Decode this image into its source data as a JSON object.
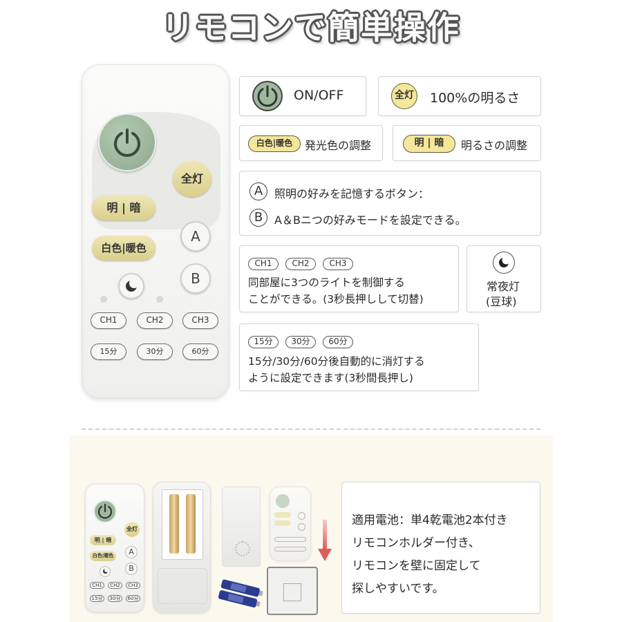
{
  "title": "リモコンで簡単操作",
  "remote": {
    "all_light": "全灯",
    "bright_dark": "明 | 暗",
    "color": "白色|暖色",
    "a": "A",
    "b": "B",
    "channels": [
      "CH1",
      "CH2",
      "CH3"
    ],
    "timers": [
      "15分",
      "30分",
      "60分"
    ]
  },
  "features": {
    "onoff": {
      "label": "ON/OFF"
    },
    "full": {
      "tag": "全灯",
      "label": "100%の明るさ"
    },
    "color": {
      "tag": "白色|暖色",
      "label": "発光色の調整"
    },
    "bright": {
      "tag": "明 | 暗",
      "label": "明るさの調整"
    },
    "memory": {
      "a_letter": "A",
      "a_text": "照明の好みを記憶するボタン：",
      "b_letter": "B",
      "b_text": "A＆Bニつの好みモードを設定できる。"
    },
    "channels": {
      "tags": [
        "CH1",
        "CH2",
        "CH3"
      ],
      "line1": "同部屋に3つのライトを制御する",
      "line2": "ことができる。(3秒長押しして切替)"
    },
    "night": {
      "line1": "常夜灯",
      "line2": "(豆球)"
    },
    "timer": {
      "tags": [
        "15分",
        "30分",
        "60分"
      ],
      "line1": "15分/30分/60分後自動的に消灯する",
      "line2": "ように設定できます(3秒間長押し)"
    }
  },
  "battery": {
    "line1": "適用電池：単4乾電池2本付き",
    "line2": "リモコンホルダー付き、",
    "line3": "リモコンを壁に固定して",
    "line4": "探しやすいです。"
  },
  "small_remote": {
    "all_light": "全灯",
    "bright_dark": "明 | 暗",
    "color": "白色|暖色",
    "a": "A",
    "b": "B",
    "channels": [
      "CH1",
      "CH2",
      "CH3"
    ],
    "timers": [
      "15分",
      "30分",
      "60分"
    ]
  },
  "colors": {
    "power_green": "#9db89d",
    "yellow_button": "#e6dc9a",
    "tag_yellow": "#f5e79a",
    "arrow_red": "#e05a5a",
    "bottom_bg": "#fbf8ee"
  }
}
